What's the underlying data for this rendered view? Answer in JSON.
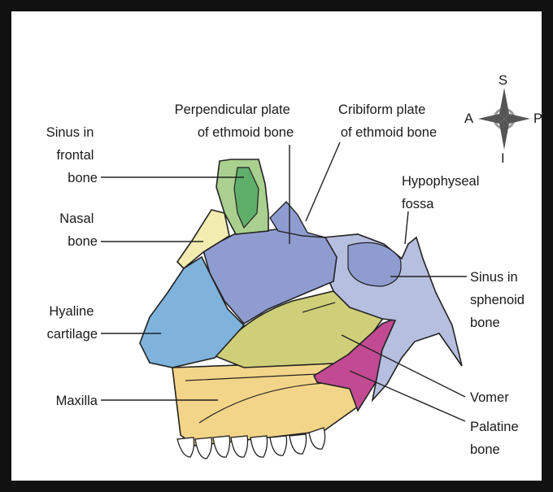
{
  "title": "",
  "compass": {
    "superior": "S",
    "anterior": "A",
    "posterior": "P",
    "inferior": "I"
  },
  "labels": {
    "sinus_frontal": [
      "Sinus in",
      "frontal",
      "bone"
    ],
    "nasal_bone": [
      "Nasal",
      "bone"
    ],
    "hyaline_cartilage": [
      "Hyaline",
      "cartilage"
    ],
    "maxilla": [
      "Maxilla"
    ],
    "perpendicular_plate": [
      "Perpendicular plate",
      "of ethmoid bone"
    ],
    "cribiform_plate": [
      "Cribiform plate",
      "of ethmoid bone"
    ],
    "hypophyseal_fossa": [
      "Hypophyseal",
      "fossa"
    ],
    "sinus_sphenoid": [
      "Sinus in",
      "sphenoid",
      "bone"
    ],
    "vomer": [
      "Vomer"
    ],
    "palatine_bone": [
      "Palatine",
      "bone"
    ]
  },
  "colors": {
    "frame": "#111111",
    "frontal_bone": "#a9d08e",
    "frontal_sinus": "#5fae6a",
    "nasal_bone": "#f2ecb0",
    "hyaline_cartilage": "#7fb3dc",
    "perpendicular_plate": "#8f9cd0",
    "sphenoid": "#b7bfe0",
    "vomer": "#cfcf7a",
    "maxilla": "#f3d589",
    "palatine": "#c24a92",
    "teeth": "#ffffff"
  }
}
